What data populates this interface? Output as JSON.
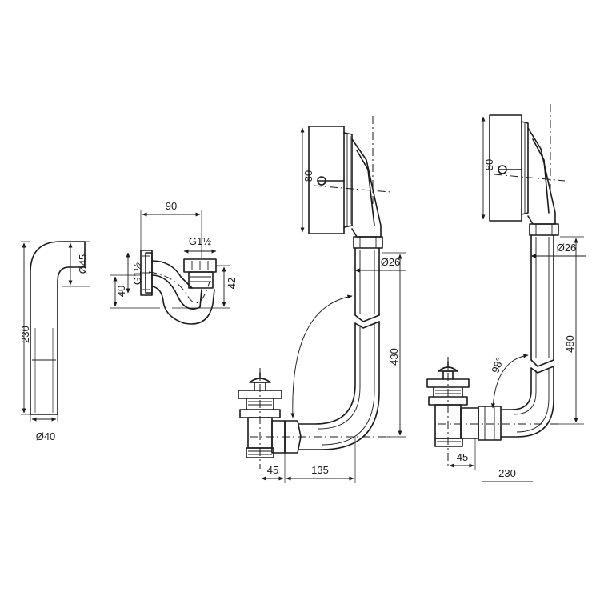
{
  "part1": {
    "dim_height": "230",
    "dim_outlet": "Ø45",
    "dim_bottom": "Ø40"
  },
  "part2": {
    "dim_width": "90",
    "thread_top": "G1½",
    "thread_side": "G1½",
    "dim_left": "40",
    "dim_right": "42"
  },
  "part3": {
    "dim_overflow": "80",
    "dim_pipe": "Ø26",
    "dim_height": "430",
    "dim_waste": "45",
    "dim_spread": "135"
  },
  "part4": {
    "dim_overflow": "80",
    "dim_pipe": "Ø26",
    "dim_height": "480",
    "angle": "98°",
    "dim_waste": "45",
    "dim_spread": "230"
  }
}
